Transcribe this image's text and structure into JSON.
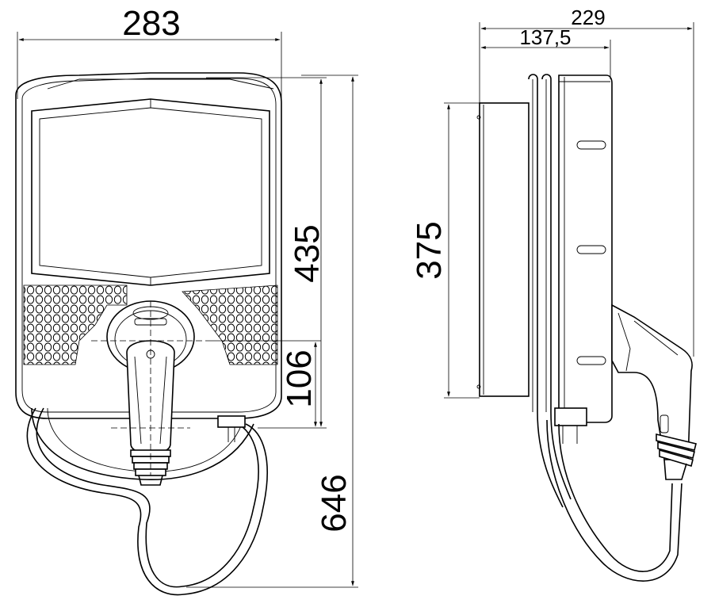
{
  "front_view": {
    "width_label": "283",
    "height_body_label": "435",
    "connector_label": "106",
    "total_height_label": "646"
  },
  "side_view": {
    "depth_total_label": "229",
    "depth_body_label": "137,5",
    "height_label": "375"
  }
}
